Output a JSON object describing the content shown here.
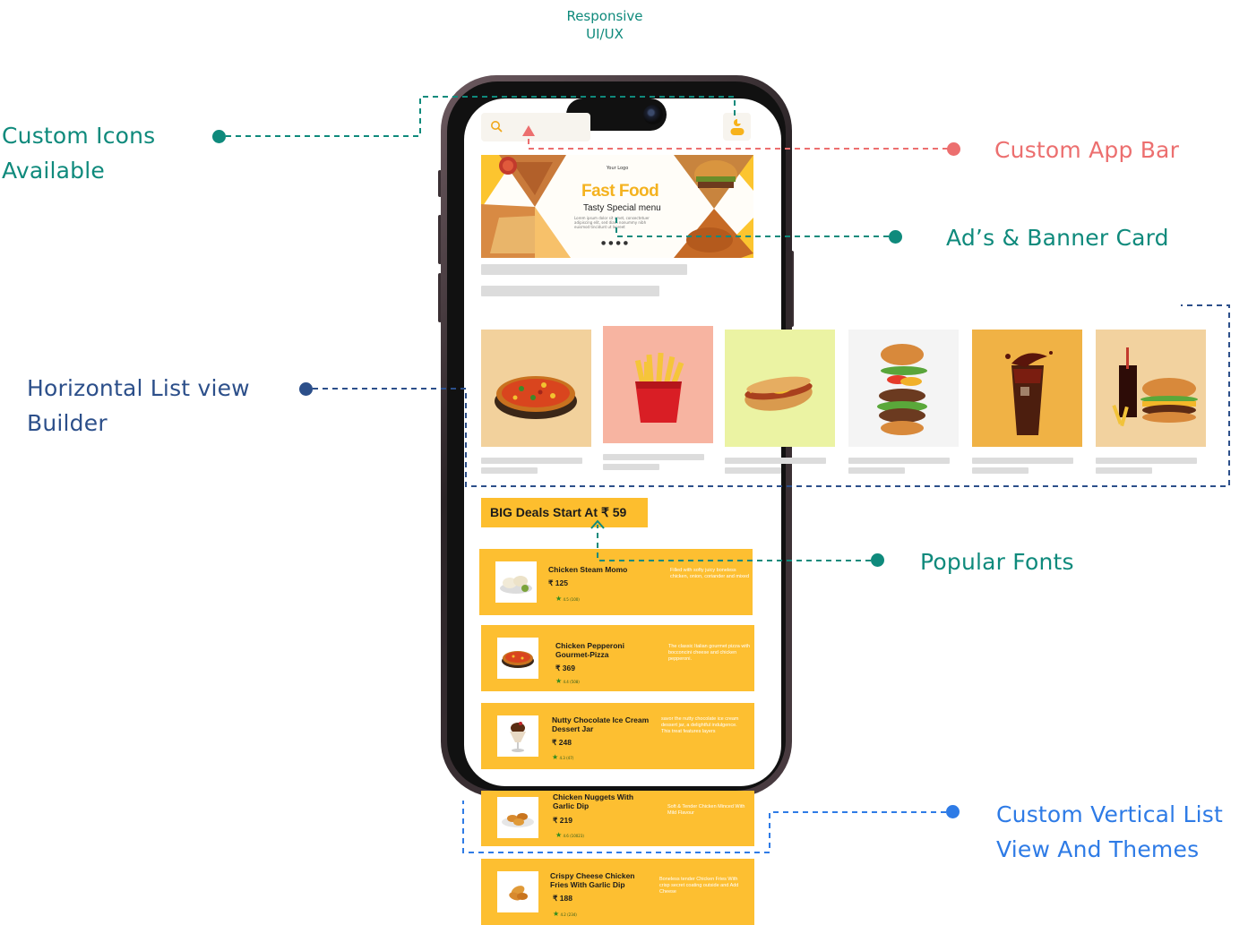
{
  "header": {
    "title_line1": "Responsive",
    "title_line2": "UI/UX"
  },
  "callouts": {
    "custom_icons": [
      "Custom Icons",
      "Available"
    ],
    "app_bar": "Custom App Bar",
    "banner": "Ad’s & Banner Card",
    "horizontal": [
      "Horizontal List view",
      "Builder"
    ],
    "fonts": "Popular Fonts",
    "vertical": [
      "Custom Vertical List",
      "View And Themes"
    ]
  },
  "banner": {
    "logo": "Your Logo",
    "title": "Fast Food",
    "subtitle": "Tasty Special menu",
    "body": "Lorem ipsum dolor sit amet, consectetuer adipiscing elit, sed diam nonummy nibh euismod tincidunt ut laoreet"
  },
  "deals_label": "BIG Deals Start At ₹ 59",
  "products": [
    {
      "name": "Chicken Steam Momo",
      "price": "₹ 125",
      "rating": "4.5",
      "reviews": "(100)",
      "desc": "Filled with softy juicy boneless chicken, onion, coriander and mixed"
    },
    {
      "name": "Chicken Pepperoni Gourmet-Pizza",
      "price": "₹ 369",
      "rating": "4.4",
      "reviews": "(508)",
      "desc": "The classic Italian gourmet pizza with bocconcini cheese and chicken pepperoni."
    },
    {
      "name": "Nutty Chocolate Ice Cream Dessert Jar",
      "price": "₹ 248",
      "rating": "4.3",
      "reviews": "(47)",
      "desc": "savor the nutty chocolate ice cream dessert jar, a delightful indulgence. This treat features layers"
    },
    {
      "name": "Chicken Nuggets With Garlic Dip",
      "price": "₹ 219",
      "rating": "4.6",
      "reviews": "(10023)",
      "desc": "Soft & Tender Chicken Minced With Mild Flavour"
    },
    {
      "name": "Crispy Cheese Chicken Fries With Garlic Dip",
      "price": "₹ 188",
      "rating": "4.2",
      "reviews": "(234)",
      "desc": "Boneless tender Chicken Fries With crisp secret coating outside and Add Cheese"
    }
  ],
  "colors": {
    "teal": "#0f8a7c",
    "navy": "#2c4f8a",
    "coral": "#ec6f6f",
    "blue": "#2e7be6",
    "card_yellow": "#fdbf31"
  }
}
